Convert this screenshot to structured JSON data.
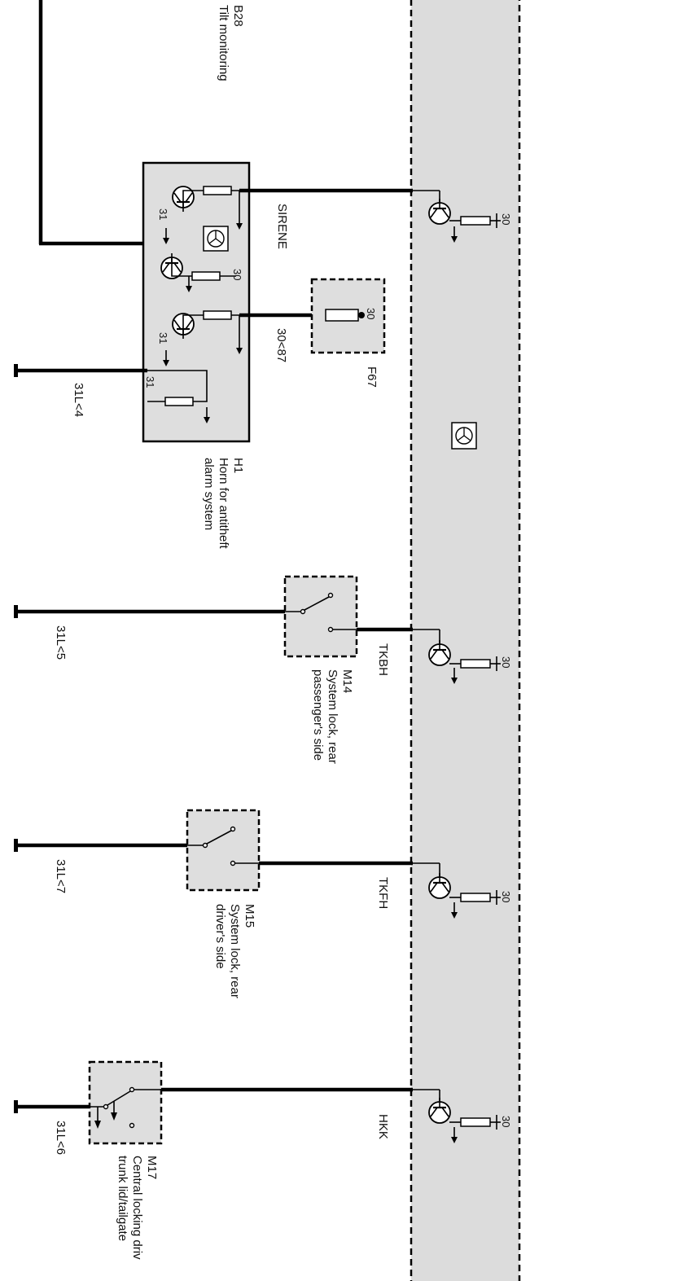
{
  "labels": {
    "b28_code": "B28",
    "b28_desc": "Tilt monitoring",
    "sirene": "SIRENE",
    "h1_code": "H1",
    "h1_desc_1": "Horn for antitheft",
    "h1_desc_2": "alarm system",
    "f67_code": "F67",
    "f67_pin": "30",
    "wire_30_87": "30<87",
    "gnd_31l4": "31L<4",
    "gnd_31l5": "31L<5",
    "gnd_31l7": "31L<7",
    "gnd_31l6": "31L<6",
    "m14_code": "M14",
    "m14_desc_1": "System lock, rear",
    "m14_desc_2": "passenger's side",
    "m15_code": "M15",
    "m15_desc_1": "System lock, rear",
    "m15_desc_2": "driver's side",
    "m17_code": "M17",
    "m17_desc_1": "Central locking driv",
    "m17_desc_2": "trunk lid/tailgate",
    "sig_tkbh": "TKBH",
    "sig_tkfh": "TKFH",
    "sig_hkk": "HKK",
    "pin_30": "30",
    "pin_31": "31"
  },
  "icons": {
    "module_symbol": "control-unit-icon",
    "transistor": "transistor-icon",
    "resistor": "resistor-icon",
    "ground": "ground-arrow-icon",
    "switch": "switch-icon"
  }
}
